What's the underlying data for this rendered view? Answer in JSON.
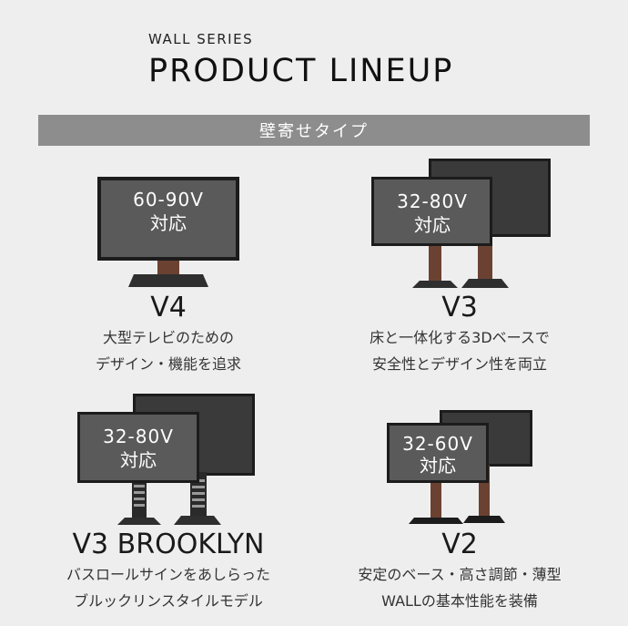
{
  "header": {
    "series": "WALL SERIES",
    "title": "PRODUCT LINEUP"
  },
  "band": {
    "label": "壁寄せタイプ"
  },
  "products": [
    {
      "size": "60-90V",
      "support": "対応",
      "model": "V4",
      "desc_line1": "大型テレビのための",
      "desc_line2": "デザイン・機能を追求"
    },
    {
      "size": "32-80V",
      "support": "対応",
      "model": "V3",
      "desc_line1": "床と一体化する3Dベースで",
      "desc_line2": "安全性とデザイン性を両立"
    },
    {
      "size": "32-80V",
      "support": "対応",
      "model": "V3 BROOKLYN",
      "desc_line1": "バスロールサインをあしらった",
      "desc_line2": "ブルックリンスタイルモデル"
    },
    {
      "size": "32-60V",
      "support": "対応",
      "model": "V2",
      "desc_line1": "安定のベース・高さ調節・薄型",
      "desc_line2": "WALLの基本性能を装備"
    }
  ],
  "colors": {
    "band": "#8d8d8d",
    "background": "#efeeee",
    "screen": "#5a5a5a",
    "bezel": "#1c1c1c",
    "walnut": "#6b4232",
    "base": "#2f2f2f"
  }
}
